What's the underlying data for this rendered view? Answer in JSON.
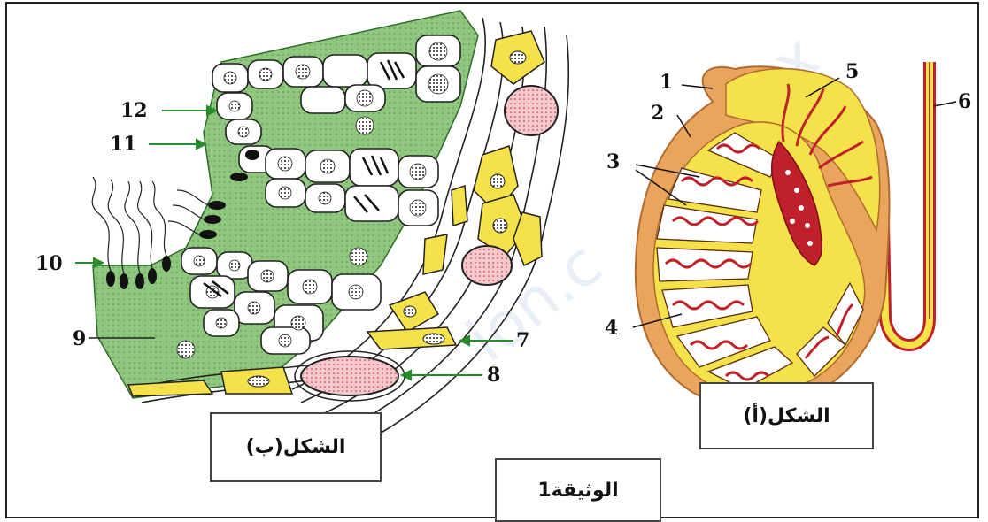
{
  "figure_b": {
    "caption": "الشكل(ب)",
    "labels": [
      "7",
      "8",
      "9",
      "10",
      "11",
      "12"
    ]
  },
  "figure_a": {
    "caption": "الشكل(أ)",
    "labels": [
      "1",
      "2",
      "3",
      "4",
      "5",
      "6"
    ]
  },
  "document_caption": "الوثيقة1",
  "watermark": "ion.c",
  "colors": {
    "interstitial_yellow": "#f5e24a",
    "lumen_green": "#8fc77f",
    "blood_red": "#c0202a",
    "tunica_orange": "#e9a55b",
    "outline": "#111111"
  }
}
